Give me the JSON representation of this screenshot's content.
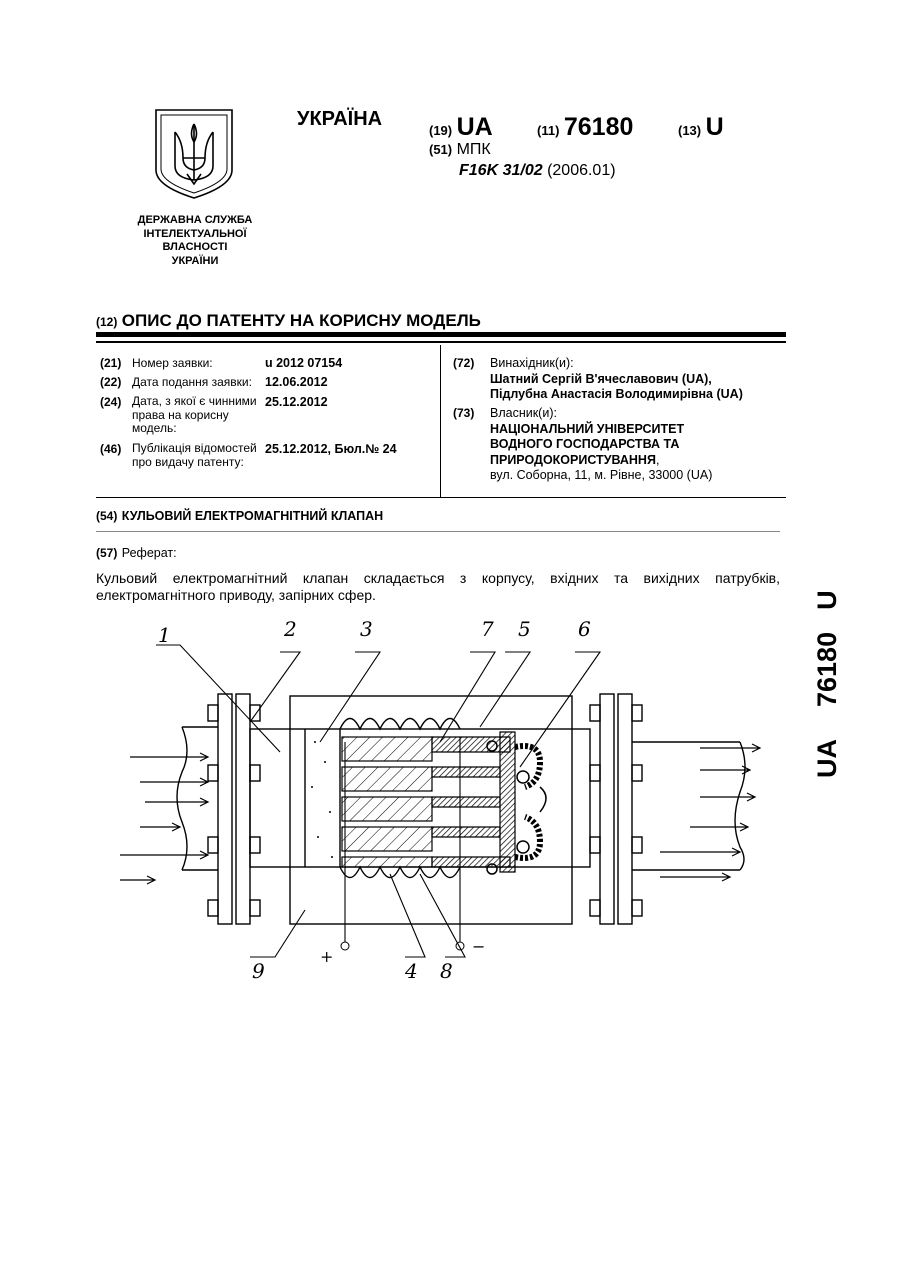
{
  "emblem": {
    "agency": [
      "ДЕРЖАВНА СЛУЖБА",
      "ІНТЕЛЕКТУАЛЬНОЇ",
      "ВЛАСНОСТІ",
      "УКРАЇНИ"
    ]
  },
  "header": {
    "country": "УКРАЇНА",
    "code19": "(19)",
    "country_code": "UA",
    "code11": "(11)",
    "number": "76180",
    "code13": "(13)",
    "kind": "U",
    "code51": "(51)",
    "ipc_label": "МПК",
    "ipc_class": "F16K 31/02",
    "ipc_version": "(2006.01)"
  },
  "title": {
    "code": "(12)",
    "text": "ОПИС ДО ПАТЕНТУ НА КОРИСНУ МОДЕЛЬ"
  },
  "biblio": {
    "left": [
      {
        "code": "(21)",
        "label": "Номер заявки:",
        "value": "u 2012 07154"
      },
      {
        "code": "(22)",
        "label": "Дата подання заявки:",
        "value": "12.06.2012"
      },
      {
        "code": "(24)",
        "label": "Дата, з якої є чинними права на корисну модель:",
        "label_lines": [
          "Дата, з якої є чинними",
          "права на корисну",
          "модель:"
        ],
        "value": "25.12.2012"
      },
      {
        "code": "(46)",
        "label": "Публікація відомостей про видачу патенту:",
        "label_lines": [
          "Публікація відомостей",
          "про видачу патенту:"
        ],
        "value": "25.12.2012, Бюл.№ 24"
      }
    ],
    "inventors": {
      "code": "(72)",
      "label": "Винахідник(и):",
      "names": [
        "Шатний Сергій В'ячеславович (UA),",
        "Підлубна Анастасія Володимирівна (UA)"
      ]
    },
    "owner": {
      "code": "(73)",
      "label": "Власник(и):",
      "name_lines": [
        "НАЦІОНАЛЬНИЙ УНІВЕРСИТЕТ",
        "ВОДНОГО ГОСПОДАРСТВА ТА",
        "ПРИРОДОКОРИСТУВАННЯ"
      ],
      "name_suffix": ",",
      "address": "вул. Соборна, 11, м. Рівне, 33000 (UA)"
    }
  },
  "invention_title": {
    "code": "(54)",
    "text": "КУЛЬОВИЙ ЕЛЕКТРОМАГНІТНИЙ КЛАПАН"
  },
  "abstract": {
    "code": "(57)",
    "label": "Реферат:",
    "line1": "Кульовий електромагнітний клапан складається з корпусу, вхідних та вихідних патрубків,",
    "line2": "електромагнітного приводу, запірних сфер."
  },
  "side_label": {
    "country": "UA",
    "number": "76180",
    "kind": "U"
  },
  "figure": {
    "callouts": [
      "1",
      "2",
      "3",
      "7",
      "5",
      "6",
      "9",
      "4",
      "8"
    ],
    "polarity": [
      "+",
      "−"
    ]
  }
}
